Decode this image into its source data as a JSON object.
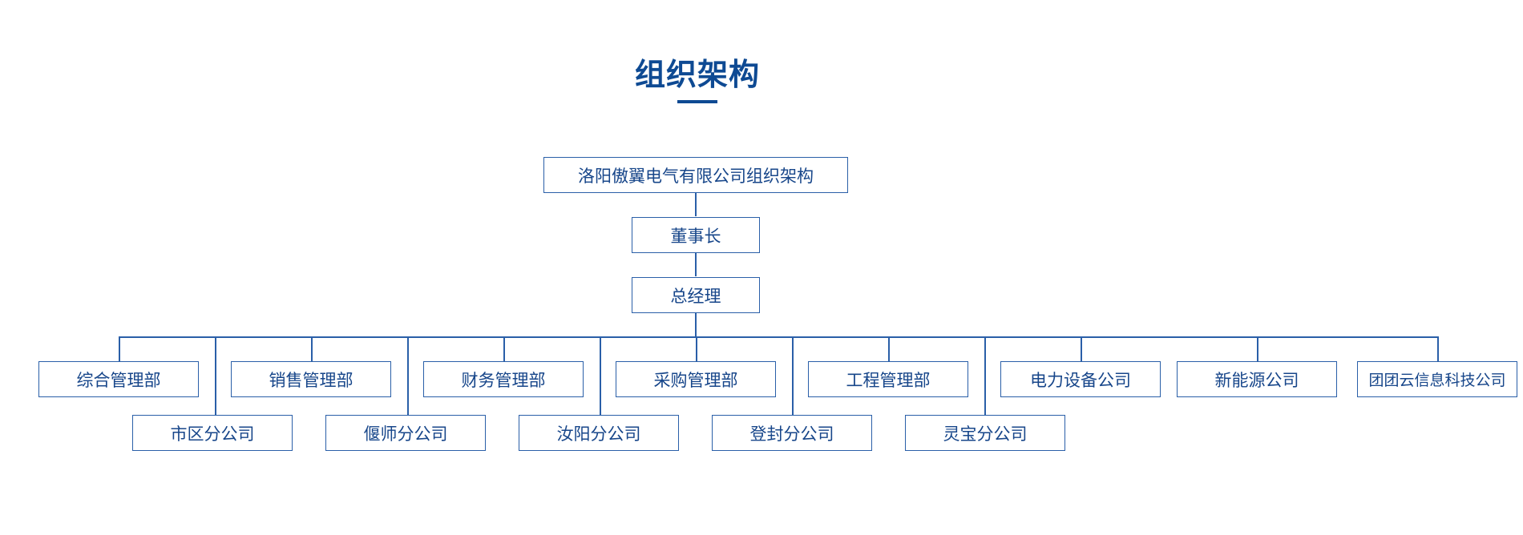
{
  "page": {
    "title": "组织架构",
    "accent_color": "#0e4a93"
  },
  "org": {
    "root": "洛阳傲翼电气有限公司组织架构",
    "chairman": "董事长",
    "general_manager": "总经理",
    "departments": [
      "综合管理部",
      "销售管理部",
      "财务管理部",
      "采购管理部",
      "工程管理部"
    ],
    "branches": [
      "市区分公司",
      "偃师分公司",
      "汝阳分公司",
      "登封分公司",
      "灵宝分公司"
    ],
    "subsidiaries": [
      "电力设备公司",
      "新能源公司",
      "团团云信息科技公司"
    ]
  }
}
